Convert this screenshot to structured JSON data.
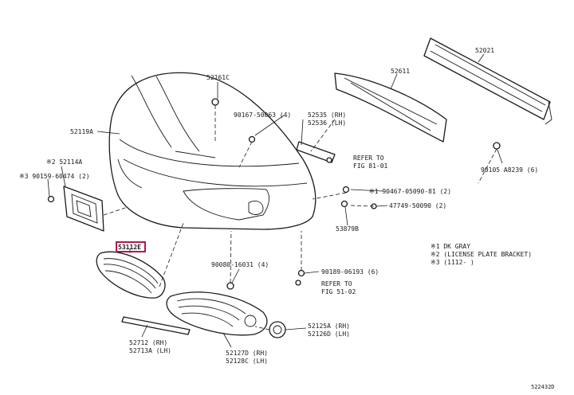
{
  "diagram": {
    "highlight_color": "#b01a4a",
    "labels": {
      "p52161c": "52161C",
      "p52611": "52611",
      "p52021": "52021",
      "p90167": "90167-50063 (4)",
      "p52535": "52535 (RH)",
      "p52536": "52536 (LH)",
      "p52119a": "52119A",
      "ref81_line1": "REFER TO",
      "ref81_line2": "FIG 81-01",
      "p90105": "90105 A8239 (6)",
      "p52114a": "※2 52114A",
      "p90159": "※3 90159-60474 (2)",
      "p90467": "※1 90467-05090-81 (2)",
      "p47749": "47749-50090 (2)",
      "p53879b": "53879B",
      "p53112e": "53112E",
      "p90080": "90080-16031 (4)",
      "p90189": "90189-06193 (6)",
      "ref51_line1": "REFER TO",
      "ref51_line2": "FIG 51-02",
      "note1": "※1 DK GRAY",
      "note2": "※2 (LICENSE PLATE BRACKET)",
      "note3": "※3 (1112-        )",
      "p52712": "52712 (RH)",
      "p52713a": "52713A (LH)",
      "p52127d": "52127D (RH)",
      "p52128c": "52128C (LH)",
      "p52125a": "52125A (RH)",
      "p52126d": "52126D (LH)",
      "figcode": "522432D"
    }
  }
}
